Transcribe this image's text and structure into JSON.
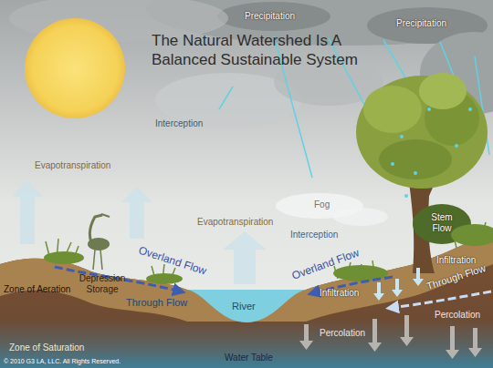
{
  "diagram": {
    "title": "The Natural Watershed Is A Balanced Sustainable System",
    "labels": [
      "Precipitation",
      "Precipitation",
      "Interception",
      "Evapotranspiration",
      "Evapotranspiration",
      "Fog",
      "Interception",
      "Stem Flow",
      "Overland Flow",
      "Overland Flow",
      "Infiltration",
      "Through Flow",
      "Zone of Aeration",
      "Depression Storage",
      "Through Flow",
      "River",
      "Infiltration",
      "Percolation",
      "Percolation",
      "Zone of Saturation",
      "Water Table",
      "© 2010 G3 LA, LLC. All Rights Reserved."
    ]
  }
}
